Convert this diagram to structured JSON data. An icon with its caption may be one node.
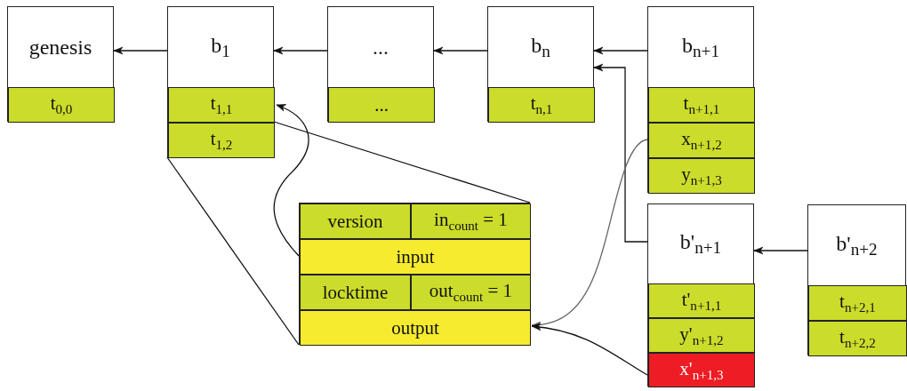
{
  "diagram": {
    "nodes": [
      {
        "text": [
          "genesis"
        ]
      },
      {
        "text": [
          "t$_{0,0}$"
        ],
        "in": 0
      },
      {
        "text": [
          "b$_{1}$"
        ]
      },
      {
        "text": [
          "t$_{1,1}$"
        ],
        "in": 2
      },
      {
        "text": [
          "t$_{1,2}$"
        ],
        "in": 2
      },
      {
        "text": [
          "..."
        ]
      },
      {
        "text": [
          "..."
        ],
        "in": 5
      },
      {
        "text": [
          "b$_{n}$"
        ]
      },
      {
        "text": [
          "t$_{n,1}$"
        ],
        "in": 7
      },
      {
        "text": [
          "b$_{n+1}$"
        ]
      },
      {
        "text": [
          "t$_{n+1,1}$"
        ],
        "in": 9
      },
      {
        "text": [
          "x$_{n+1,2}$"
        ],
        "in": 9
      },
      {
        "text": [
          "y$_{n+1,3}$"
        ],
        "in": 9
      },
      {
        "text": [
          "b'$_{n+1}$"
        ]
      },
      {
        "text": [
          "t'$_{n+1,1}$"
        ],
        "in": 13
      },
      {
        "text": [
          "y'$_{n+1,2}$"
        ],
        "in": 13
      },
      {
        "text": [
          "x'$_{n+1,3}$"
        ],
        "in": 13
      },
      {
        "text": [
          "b'$_{n+2}$"
        ]
      },
      {
        "text": [
          "t$_{n+2,1}$"
        ],
        "in": 17
      },
      {
        "text": [
          "t$_{n+2,2}$"
        ],
        "in": 17
      },
      {
        "text": [],
        "shape": "box"
      },
      {
        "text": [
          "version"
        ],
        "in": 20
      },
      {
        "text": [
          "in$_{count}$ = 1"
        ],
        "in": 20
      },
      {
        "text": [
          "input"
        ],
        "in": 20
      },
      {
        "text": [
          "locktime"
        ],
        "in": 20
      },
      {
        "text": [
          "out$_{count}$ = 1"
        ],
        "in": 20
      },
      {
        "text": [
          "output"
        ],
        "in": 20
      }
    ],
    "edges": [
      {
        "from": 2,
        "to": 0,
        "arrow": "to"
      },
      {
        "from": 5,
        "to": 2,
        "arrow": "to"
      },
      {
        "from": 7,
        "to": 5,
        "arrow": "to"
      },
      {
        "from": 9,
        "to": 7,
        "arrow": "to"
      },
      {
        "from": 13,
        "to": 7,
        "arrow": "to"
      },
      {
        "from": 17,
        "to": 13,
        "arrow": "to"
      },
      {
        "from": 23,
        "to": 3,
        "arrow": "to"
      },
      {
        "from": 11,
        "to": 26,
        "arrow": "to",
        "color": "#666666"
      },
      {
        "from": 16,
        "to": 26,
        "arrow": "to"
      },
      {
        "from": 4,
        "to": 20,
        "arrow": "none"
      },
      {
        "from": 4,
        "to": 20,
        "arrow": "none"
      }
    ]
  }
}
